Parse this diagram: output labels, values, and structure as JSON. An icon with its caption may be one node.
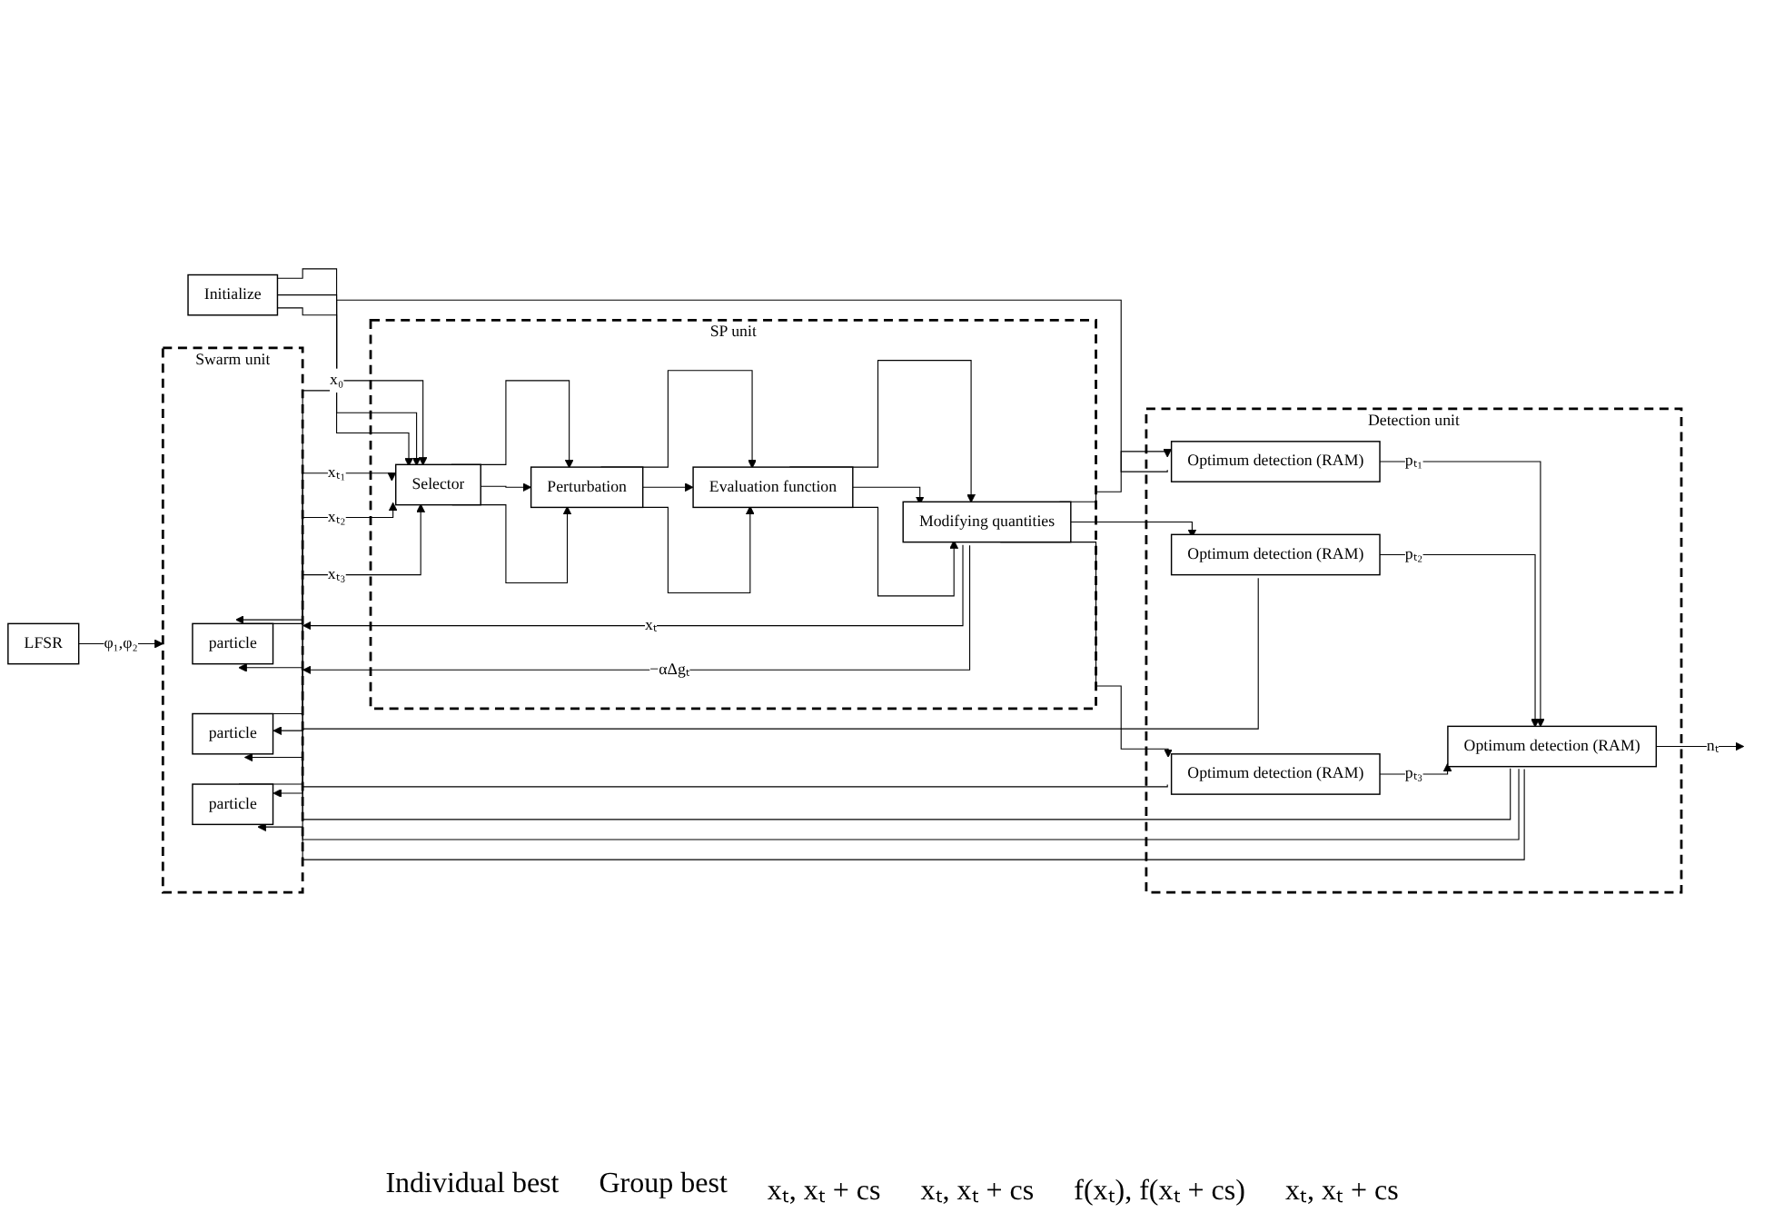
{
  "diagram": {
    "nodes": [
      {
        "text": [
          "SP unit"
        ]
      },
      {
        "text": [
          "Selector"
        ],
        "in": 0
      },
      {
        "text": [
          "Swarm unit"
        ]
      },
      {
        "text": [
          "particle"
        ],
        "in": 2
      },
      {
        "text": [
          "particle"
        ],
        "in": 2
      },
      {
        "text": [
          "particle"
        ],
        "in": 2
      },
      {
        "text": [
          "LFSR"
        ]
      },
      {
        "text": [
          "Initialize"
        ]
      },
      {
        "text": [
          "Perturbation"
        ],
        "in": 0
      },
      {
        "text": [
          "Evaluation function"
        ],
        "in": 0
      },
      {
        "text": [
          "Modifying quantities"
        ],
        "in": 0
      },
      {
        "text": [
          "Detection unit"
        ]
      },
      {
        "text": [
          "Optimum detection (RAM)"
        ],
        "in": 11
      },
      {
        "text": [
          "Optimum detection (RAM)"
        ],
        "in": 11
      },
      {
        "text": [
          "Optimum detection (RAM)"
        ],
        "in": 11
      },
      {
        "text": [
          "Optimum detection (RAM)"
        ],
        "in": 11
      }
    ],
    "edges": [
      {
        "from": 7,
        "to": 1,
        "arrow": "to",
        "label": "x₀"
      },
      {
        "from": 7,
        "to": 1,
        "arrow": "to"
      },
      {
        "from": 7,
        "to": 1,
        "arrow": "to"
      },
      {
        "from": 3,
        "to": 1,
        "arrow": "to",
        "label": "xₜ₁"
      },
      {
        "from": 4,
        "to": 1,
        "arrow": "to",
        "label": "xₜ₂"
      },
      {
        "from": 5,
        "to": 1,
        "arrow": "to",
        "label": "xₜ₃"
      },
      {
        "from": 6,
        "to": 2,
        "arrow": "to",
        "label": "φ₁,φ₂"
      },
      {
        "from": 1,
        "to": 8,
        "arrow": "to"
      },
      {
        "from": 1,
        "to": 8,
        "arrow": "to"
      },
      {
        "from": 1,
        "to": 8,
        "arrow": "to"
      },
      {
        "from": 8,
        "to": 9,
        "arrow": "to"
      },
      {
        "from": 8,
        "to": 9,
        "arrow": "to"
      },
      {
        "from": 8,
        "to": 9,
        "arrow": "to"
      },
      {
        "from": 9,
        "to": 10,
        "arrow": "to"
      },
      {
        "from": 9,
        "to": 10,
        "arrow": "to"
      },
      {
        "from": 9,
        "to": 10,
        "arrow": "to"
      },
      {
        "from": 10,
        "to": 2,
        "arrow": "to",
        "label": "xₜ"
      },
      {
        "from": 10,
        "to": 2,
        "arrow": "to",
        "label": "−αΔgₜ"
      },
      {
        "from": 10,
        "to": 12,
        "arrow": "to"
      },
      {
        "from": 10,
        "to": 13,
        "arrow": "to"
      },
      {
        "from": 10,
        "to": 14,
        "arrow": "to"
      },
      {
        "from": 12,
        "to": 15,
        "arrow": "to",
        "label": "pₜ₁"
      },
      {
        "from": 13,
        "to": 15,
        "arrow": "to",
        "label": "pₜ₂"
      },
      {
        "from": 14,
        "to": 15,
        "arrow": "to",
        "label": "pₜ₃"
      },
      {
        "from": 12,
        "to": 3,
        "arrow": "to"
      },
      {
        "from": 13,
        "to": 4,
        "arrow": "to"
      },
      {
        "from": 14,
        "to": 5,
        "arrow": "to"
      },
      {
        "from": 15,
        "to": 3,
        "arrow": "to"
      },
      {
        "from": 15,
        "to": 4,
        "arrow": "to"
      },
      {
        "from": 15,
        "to": 5,
        "arrow": "to"
      },
      {
        "from": 15,
        "to": null,
        "arrow": "to",
        "label": "nₜ"
      }
    ],
    "labels": [
      "Individual best",
      "Group best",
      "xₜ, xₜ + cs",
      "xₜ, xₜ + cs",
      "f(xₜ), f(xₜ + cs)",
      "xₜ, xₜ + cs"
    ]
  }
}
